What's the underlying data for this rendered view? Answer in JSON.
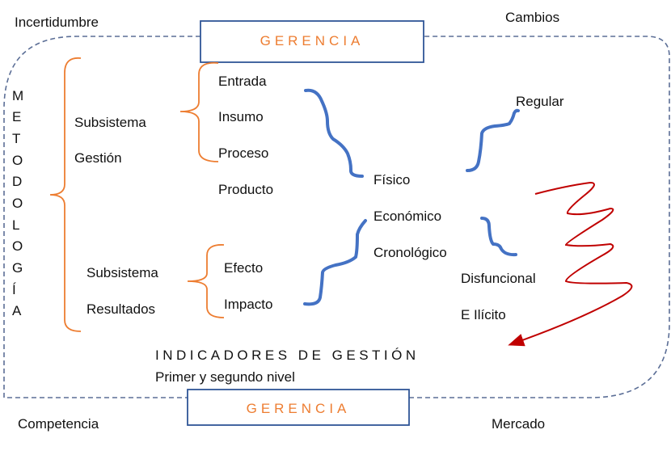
{
  "corners": {
    "top_left": "Incertidumbre",
    "top_right": "Cambios",
    "bottom_left": "Competencia",
    "bottom_right": "Mercado"
  },
  "top_box": "GERENCIA",
  "bottom_box": "GERENCIA",
  "metodologia_letters": [
    "M",
    "E",
    "T",
    "O",
    "D",
    "O",
    "L",
    "O",
    "G",
    "Í",
    "A"
  ],
  "gestion": {
    "line1": "Subsistema",
    "line2": "Gestión",
    "items": [
      "Entrada",
      "Insumo",
      "Proceso",
      "Producto"
    ]
  },
  "resultados": {
    "line1": "Subsistema",
    "line2": "Resultados",
    "items": [
      "Efecto",
      "Impacto"
    ]
  },
  "middle": [
    "Físico",
    "Económico",
    "Cronológico"
  ],
  "right": {
    "regular": "Regular",
    "disfuncional": "Disfuncional",
    "ilicito": "E Ilícito"
  },
  "indicadores": {
    "title": "INDICADORES DE GESTIÓN",
    "subtitle": "Primer y segundo nivel"
  },
  "colors": {
    "orange": "#ED7D31",
    "blue": "#4472C4",
    "box": "#2F5597",
    "dash": "#5B6E96",
    "red": "#C00000"
  }
}
